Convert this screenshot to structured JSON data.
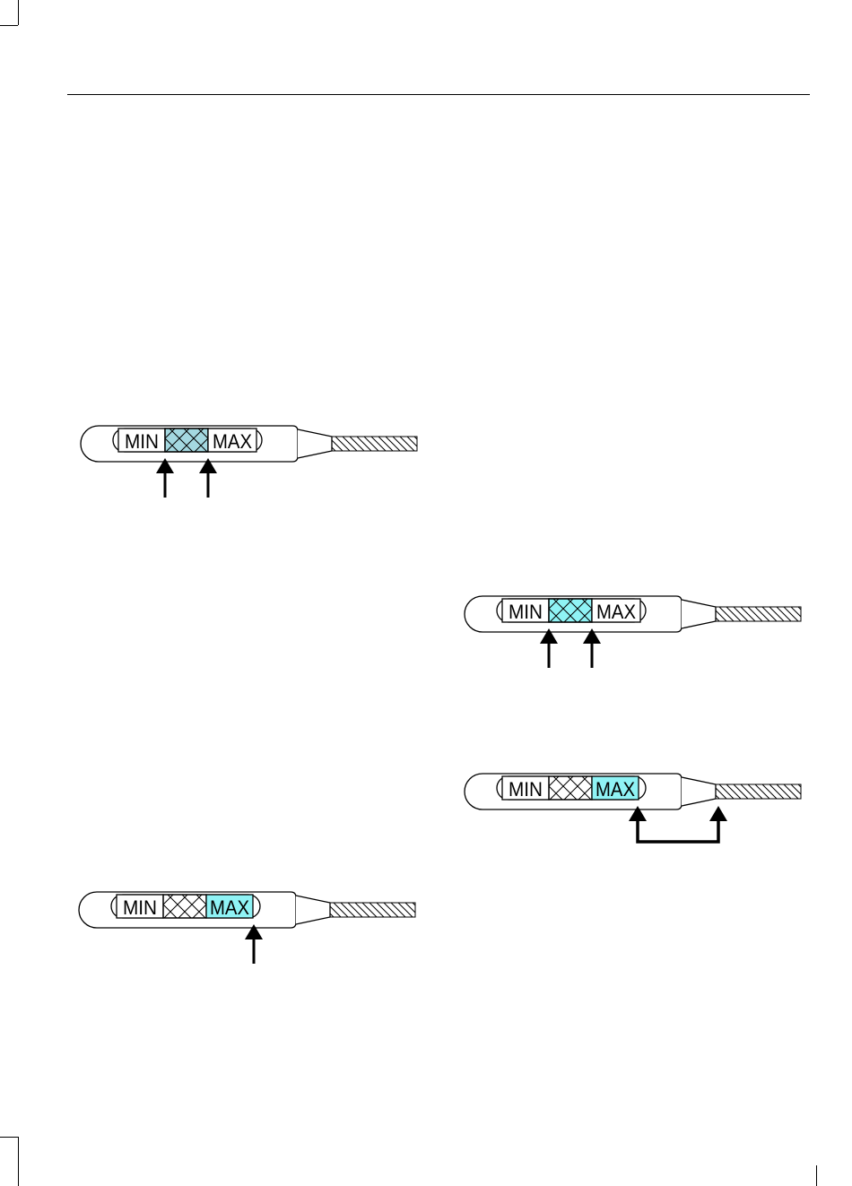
{
  "colors": {
    "ink": "#000000",
    "zone_fill_muted": "#a4d8e0",
    "zone_fill_bright": "#8ff3f5",
    "background": "#ffffff"
  },
  "dipsticks": [
    {
      "id": "d1",
      "min_label": "MIN",
      "max_label": "MAX",
      "highlight": "crosshatch",
      "fill": "muted",
      "arrows": "min-and-max-edges"
    },
    {
      "id": "d2",
      "min_label": "MIN",
      "max_label": "MAX",
      "highlight": "crosshatch",
      "fill": "bright",
      "arrows": "min-and-max-edges"
    },
    {
      "id": "d3",
      "min_label": "MIN",
      "max_label": "MAX",
      "highlight": "max",
      "fill": "bright",
      "arrows": "max-to-tip-bracket"
    },
    {
      "id": "d4",
      "min_label": "MIN",
      "max_label": "MAX",
      "highlight": "max",
      "fill": "bright",
      "arrows": "above-max"
    }
  ]
}
